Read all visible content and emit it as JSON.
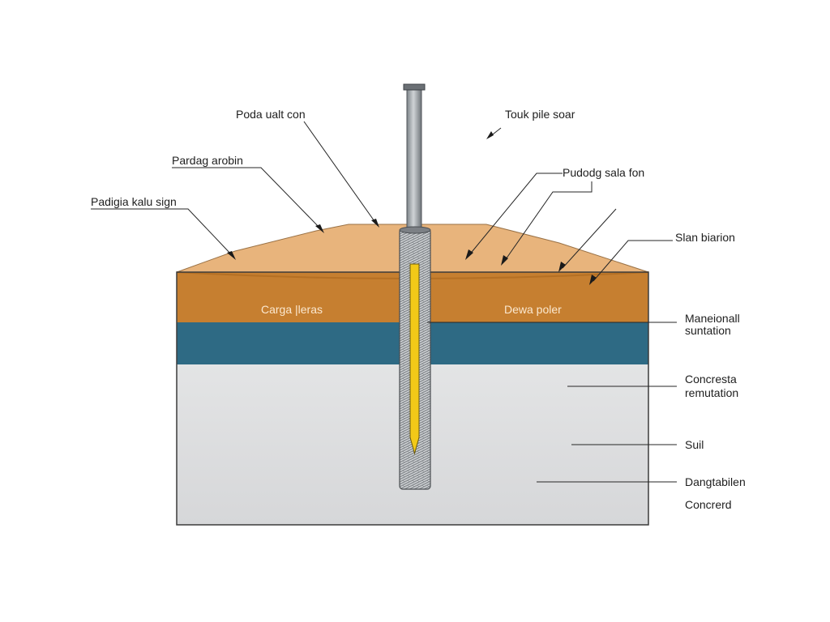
{
  "labels": {
    "left": {
      "poda_ualt_con": "Poda ualt con",
      "pardag_arobin": "Pardag arobin",
      "padigia_kalu_sign": "Padigia kalu sign"
    },
    "top_right": {
      "touk_pile_soar": "Touk pile soar",
      "pudodg_sala_fon": "Pudodg sala fon"
    },
    "right": {
      "slan_biarion": "Slan biarion",
      "maneionall": "Maneionall",
      "suntation": "suntation",
      "concresta": "Concresta",
      "remutation": "remutation",
      "suil": "Suil",
      "dangtabilen": "Dangtabilen",
      "concrerd": "Concrerd"
    },
    "layers": {
      "carga_leras": "Carga |leras",
      "dewa_poler": "Dewa poler"
    }
  },
  "colors": {
    "sand_top": "#e8b47c",
    "clay_layer": "#c67f30",
    "water_layer": "#2e6a84",
    "concrete_base": "#dfe0e1",
    "pile_core": "#f2c918",
    "pile_rod": "#a8aeb3",
    "outline": "#2b2b2b"
  }
}
